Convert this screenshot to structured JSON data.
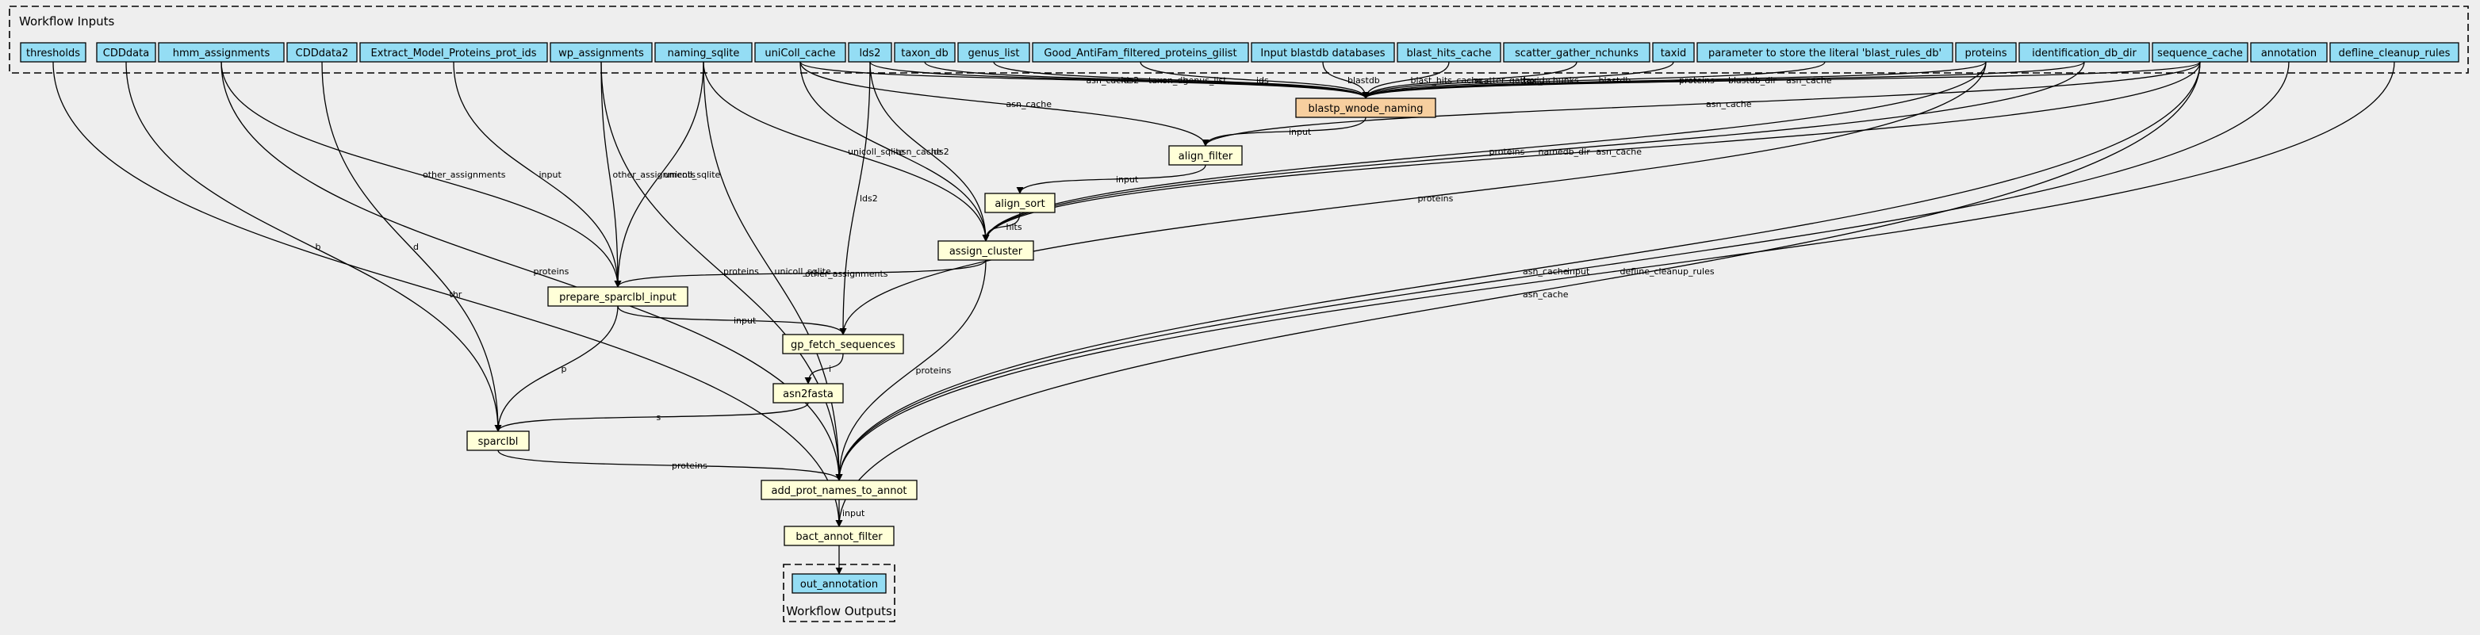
{
  "clusters": {
    "inputs": {
      "title": "Workflow Inputs"
    },
    "outputs": {
      "title": "Workflow Outputs"
    }
  },
  "colors": {
    "background": "#eeeeee",
    "input_node": "#94ddf4",
    "step_node": "#ffffd8",
    "highlight_node": "#f7cf9f",
    "output_node": "#94ddf4",
    "edge": "#000000"
  },
  "inputs": [
    "thresholds",
    "CDDdata",
    "hmm_assignments",
    "CDDdata2",
    "Extract_Model_Proteins_prot_ids",
    "wp_assignments",
    "naming_sqlite",
    "uniColl_cache",
    "lds2",
    "taxon_db",
    "genus_list",
    "Good_AntiFam_filtered_proteins_gilist",
    "Input blastdb databases",
    "blast_hits_cache",
    "scatter_gather_nchunks",
    "taxid",
    "parameter to store the literal 'blast_rules_db'",
    "proteins",
    "identification_db_dir",
    "sequence_cache",
    "annotation",
    "defline_cleanup_rules"
  ],
  "steps": [
    "blastp_wnode_naming",
    "align_filter",
    "align_sort",
    "assign_cluster",
    "prepare_sparclbl_input",
    "gp_fetch_sequences",
    "asn2fasta",
    "sparclbl",
    "add_prot_names_to_annot",
    "bact_annot_filter"
  ],
  "outputs": [
    "out_annotation"
  ],
  "edges": [
    {
      "from": "uniColl_cache",
      "to": "blastp_wnode_naming",
      "label": "asn_cache"
    },
    {
      "from": "lds2",
      "to": "blastp_wnode_naming",
      "label": "lds2"
    },
    {
      "from": "taxon_db",
      "to": "blastp_wnode_naming",
      "label": "taxon_db"
    },
    {
      "from": "genus_list",
      "to": "blastp_wnode_naming",
      "label": "genus_list"
    },
    {
      "from": "Good_AntiFam_filtered_proteins_gilist",
      "to": "blastp_wnode_naming",
      "label": "ids"
    },
    {
      "from": "Input blastdb databases",
      "to": "blastp_wnode_naming",
      "label": "blastdb"
    },
    {
      "from": "blast_hits_cache",
      "to": "blastp_wnode_naming",
      "label": "blast_hits_cache"
    },
    {
      "from": "scatter_gather_nchunks",
      "to": "blastp_wnode_naming",
      "label": "scatter_gather_nchunks"
    },
    {
      "from": "taxid",
      "to": "blastp_wnode_naming",
      "label": "taxid"
    },
    {
      "from": "parameter to store the literal 'blast_rules_db'",
      "to": "blastp_wnode_naming",
      "label": "blastdb"
    },
    {
      "from": "proteins",
      "to": "blastp_wnode_naming",
      "label": "proteins"
    },
    {
      "from": "identification_db_dir",
      "to": "blastp_wnode_naming",
      "label": "blastdb_dir"
    },
    {
      "from": "sequence_cache",
      "to": "blastp_wnode_naming",
      "label": "asn_cache"
    },
    {
      "from": "uniColl_cache",
      "to": "align_filter",
      "label": "asn_cache"
    },
    {
      "from": "sequence_cache",
      "to": "align_filter",
      "label": "asn_cache"
    },
    {
      "from": "blastp_wnode_naming",
      "to": "align_filter",
      "label": "input"
    },
    {
      "from": "align_filter",
      "to": "align_sort",
      "label": "input"
    },
    {
      "from": "align_sort",
      "to": "assign_cluster",
      "label": "hits"
    },
    {
      "from": "naming_sqlite",
      "to": "assign_cluster",
      "label": "unicoll_sqlite"
    },
    {
      "from": "uniColl_cache",
      "to": "assign_cluster",
      "label": "asn_cache"
    },
    {
      "from": "lds2",
      "to": "assign_cluster",
      "label": "lds2"
    },
    {
      "from": "proteins",
      "to": "assign_cluster",
      "label": "proteins"
    },
    {
      "from": "identification_db_dir",
      "to": "assign_cluster",
      "label": "namedb_dir"
    },
    {
      "from": "sequence_cache",
      "to": "assign_cluster",
      "label": "asn_cache"
    },
    {
      "from": "hmm_assignments",
      "to": "prepare_sparclbl_input",
      "label": "other_assignments"
    },
    {
      "from": "wp_assignments",
      "to": "prepare_sparclbl_input",
      "label": "other_assignments"
    },
    {
      "from": "naming_sqlite",
      "to": "prepare_sparclbl_input",
      "label": "unicoll_sqlite"
    },
    {
      "from": "Extract_Model_Proteins_prot_ids",
      "to": "prepare_sparclbl_input",
      "label": "input"
    },
    {
      "from": "assign_cluster",
      "to": "prepare_sparclbl_input",
      "label": "other_assignments"
    },
    {
      "from": "prepare_sparclbl_input",
      "to": "gp_fetch_sequences",
      "label": "input"
    },
    {
      "from": "lds2",
      "to": "gp_fetch_sequences",
      "label": "lds2"
    },
    {
      "from": "proteins",
      "to": "gp_fetch_sequences",
      "label": "proteins"
    },
    {
      "from": "gp_fetch_sequences",
      "to": "asn2fasta",
      "label": "i"
    },
    {
      "from": "CDDdata",
      "to": "sparclbl",
      "label": "b"
    },
    {
      "from": "CDDdata2",
      "to": "sparclbl",
      "label": "d"
    },
    {
      "from": "prepare_sparclbl_input",
      "to": "sparclbl",
      "label": "p"
    },
    {
      "from": "asn2fasta",
      "to": "sparclbl",
      "label": "s"
    },
    {
      "from": "hmm_assignments",
      "to": "add_prot_names_to_annot",
      "label": "proteins"
    },
    {
      "from": "wp_assignments",
      "to": "add_prot_names_to_annot",
      "label": "proteins"
    },
    {
      "from": "naming_sqlite",
      "to": "add_prot_names_to_annot",
      "label": "unicoll_sqlite"
    },
    {
      "from": "sparclbl",
      "to": "add_prot_names_to_annot",
      "label": "proteins"
    },
    {
      "from": "assign_cluster",
      "to": "add_prot_names_to_annot",
      "label": "proteins"
    },
    {
      "from": "sequence_cache",
      "to": "add_prot_names_to_annot",
      "label": "asn_cache"
    },
    {
      "from": "annotation",
      "to": "add_prot_names_to_annot",
      "label": "input"
    },
    {
      "from": "defline_cleanup_rules",
      "to": "add_prot_names_to_annot",
      "label": "defline_cleanup_rules"
    },
    {
      "from": "add_prot_names_to_annot",
      "to": "bact_annot_filter",
      "label": "input"
    },
    {
      "from": "thresholds",
      "to": "bact_annot_filter",
      "label": "thr"
    },
    {
      "from": "sequence_cache",
      "to": "bact_annot_filter",
      "label": "asn_cache"
    },
    {
      "from": "bact_annot_filter",
      "to": "out_annotation",
      "label": ""
    }
  ]
}
